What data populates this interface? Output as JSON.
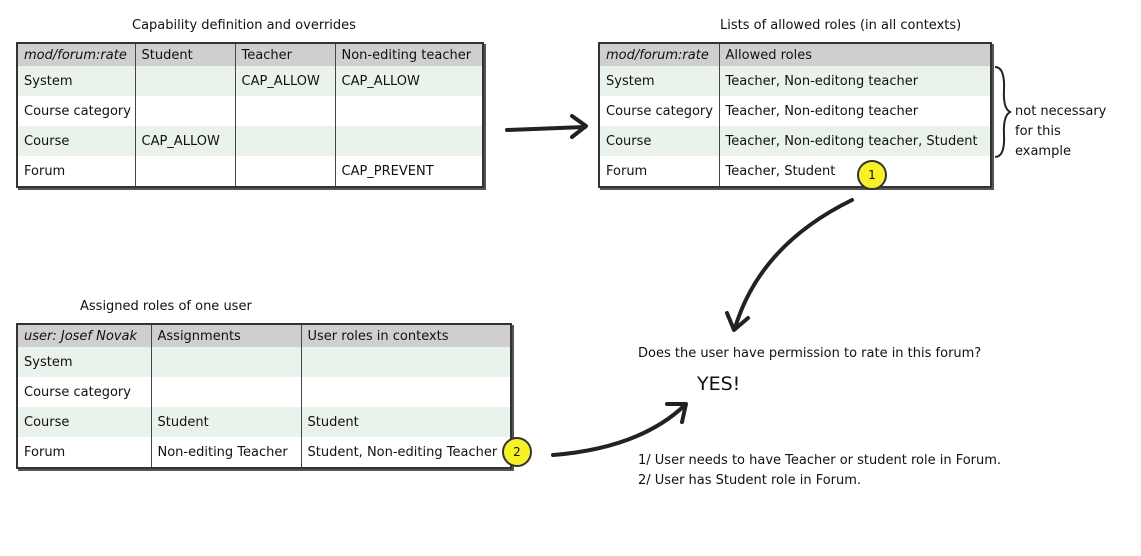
{
  "capability": {
    "caption": "Capability definition and overrides",
    "headers": [
      "mod/forum:rate",
      "Student",
      "Teacher",
      "Non-editing teacher"
    ],
    "rows": [
      [
        "System",
        "",
        "CAP_ALLOW",
        "CAP_ALLOW"
      ],
      [
        "Course category",
        "",
        "",
        ""
      ],
      [
        "Course",
        "CAP_ALLOW",
        "",
        ""
      ],
      [
        "Forum",
        "",
        "",
        "CAP_PREVENT"
      ]
    ]
  },
  "allowed": {
    "caption": "Lists of allowed roles (in all contexts)",
    "headers": [
      "mod/forum:rate",
      "Allowed roles"
    ],
    "rows": [
      [
        "System",
        "Teacher, Non-editong teacher"
      ],
      [
        "Course category",
        "Teacher, Non-editong teacher"
      ],
      [
        "Course",
        "Teacher, Non-editong teacher, Student"
      ],
      [
        "Forum",
        "Teacher, Student"
      ]
    ],
    "brace_note": [
      "not necessary",
      "for this",
      "example"
    ]
  },
  "assigned": {
    "caption": "Assigned roles of one user",
    "headers": [
      "user: Josef Novak",
      "Assignments",
      "User roles in contexts"
    ],
    "rows": [
      [
        "System",
        "",
        ""
      ],
      [
        "Course category",
        "",
        ""
      ],
      [
        "Course",
        "Student",
        "Student"
      ],
      [
        "Forum",
        "Non-editing Teacher",
        "Student, Non-editing Teacher"
      ]
    ]
  },
  "badges": [
    "1",
    "2"
  ],
  "question": "Does the user have permission to rate in this forum?",
  "answer": "YES!",
  "explanations": [
    "1/ User needs to have Teacher or student role in Forum.",
    "2/ User has Student role in Forum."
  ]
}
